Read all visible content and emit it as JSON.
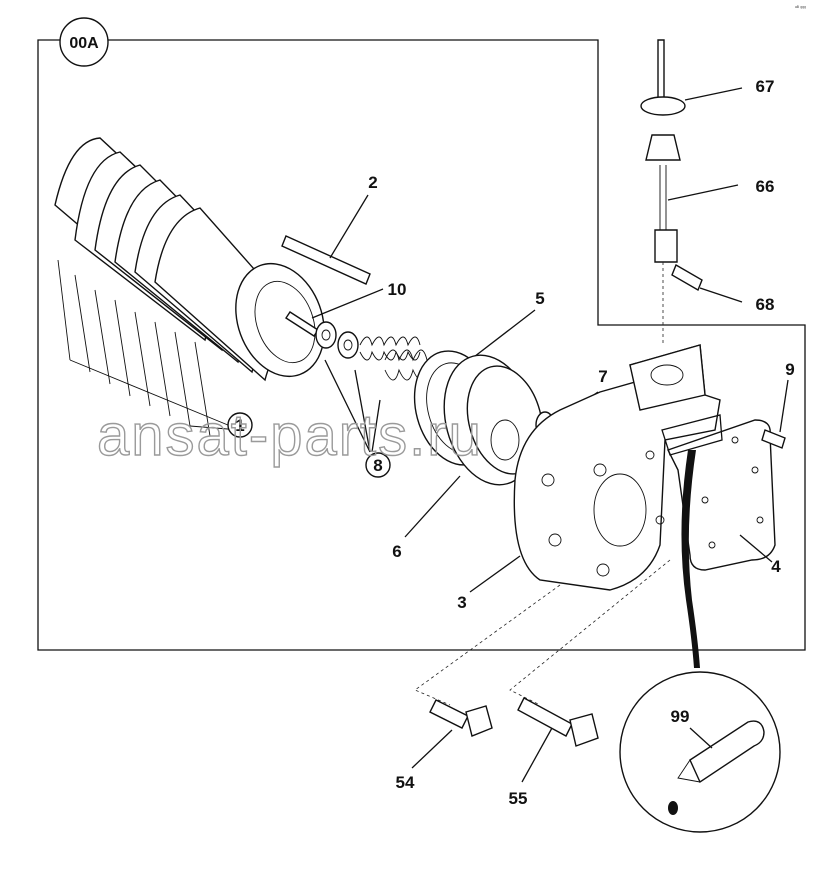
{
  "view_label": "00A",
  "corner_mark": "ᵃᴮ ᵍᵍᵍ",
  "watermark": "ansat-parts.ru",
  "callouts": {
    "c1": "1",
    "c2": "2",
    "c3": "3",
    "c4": "4",
    "c5": "5",
    "c6": "6",
    "c7": "7",
    "c8": "8",
    "c9": "9",
    "c10": "10",
    "c54": "54",
    "c55": "55",
    "c66": "66",
    "c67": "67",
    "c68": "68",
    "c99": "99"
  }
}
